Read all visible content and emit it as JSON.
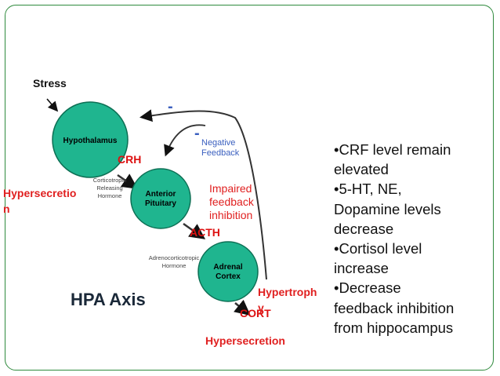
{
  "stress_label": "Stress",
  "nodes": {
    "hypothalamus": "Hypothalamus",
    "anterior_line1": "Anterior",
    "anterior_line2": "Pituitary",
    "adrenal_line1": "Adrenal",
    "adrenal_line2": "Cortex"
  },
  "hormones": {
    "crh": "CRH",
    "acth": "ACTH",
    "cort": "CORT"
  },
  "descriptions": {
    "crh_line1": "Corticotropin",
    "crh_line2": "Releasing",
    "crh_line3": "Hormone",
    "acth_line1": "Adrenocorticotropic",
    "acth_line2": "Hormone"
  },
  "negative_feedback": {
    "line1": "Negative",
    "line2": "Feedback",
    "minus": "-"
  },
  "axis_title": "HPA Axis",
  "annotations": {
    "hypersecretion_left_1": "Hypersecretio",
    "hypersecretion_left_2": "n",
    "impaired_1": "Impaired",
    "impaired_2": "feedback",
    "impaired_3": "inhibition",
    "hypertrophy_1": "Hypertroph",
    "hypertrophy_2": "y",
    "hypersecretion_bottom": "Hypersecretion"
  },
  "bullets": [
    "•CRF level remain",
    "elevated",
    "•5-HT, NE,",
    "Dopamine levels",
    "decrease",
    "•Cortisol level",
    "increase",
    "•Decrease",
    "feedback inhibition",
    "from hippocampus"
  ],
  "colors": {
    "node_fill": "#1fb58f",
    "red": "#e02020",
    "frame": "#2f8a3d",
    "feedback_blue": "#3a5fbf"
  }
}
